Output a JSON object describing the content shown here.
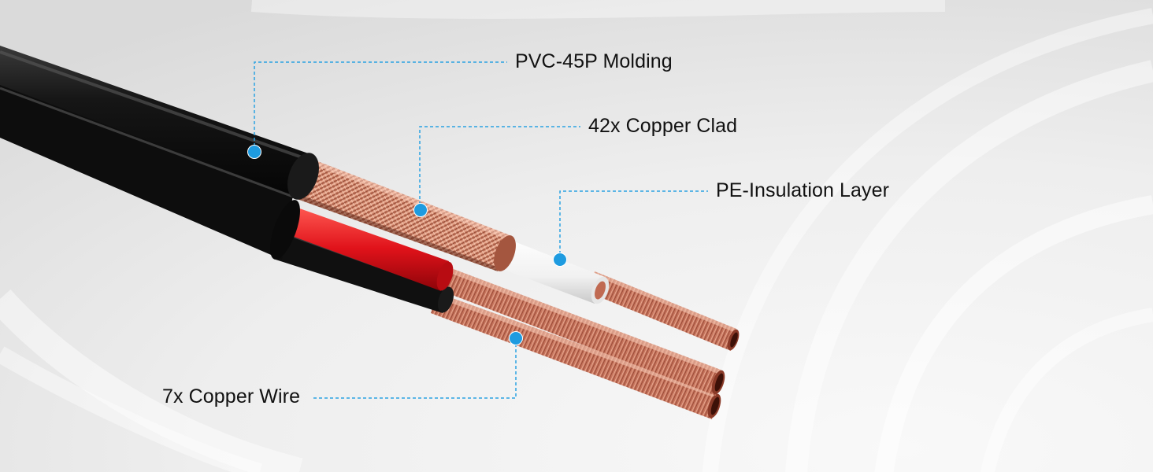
{
  "labels": {
    "molding": "PVC-45P Molding",
    "clad": "42x Copper Clad",
    "insulation": "PE-Insulation Layer",
    "wire": "7x Copper Wire"
  },
  "colors": {
    "background": "#efefef",
    "jacket": "#121212",
    "copper": "#c8735a",
    "red_insulation": "#e0121a",
    "pe_insulation": "#f4f4f4",
    "leader_line": "#2aa2e2",
    "leader_dot": "#1e9be0"
  }
}
